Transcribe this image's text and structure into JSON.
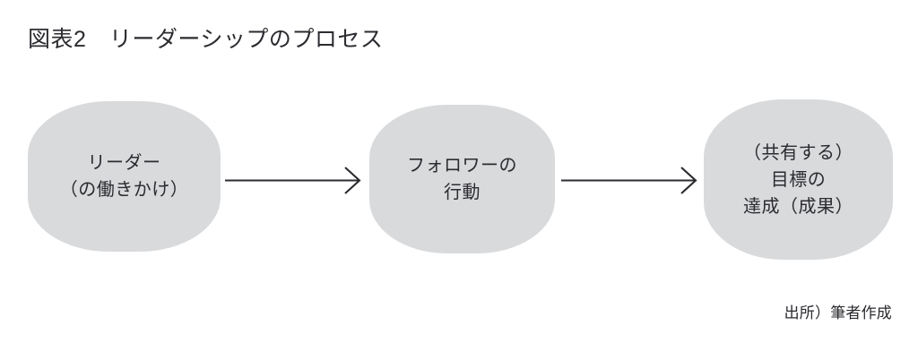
{
  "figure": {
    "title": "図表2　リーダーシップのプロセス",
    "source_note": "出所）筆者作成",
    "background_color": "#ffffff",
    "text_color": "#2b2b30",
    "node_fill_color": "#d9dadc",
    "arrow_color": "#2b2b30"
  },
  "diagram": {
    "type": "flow",
    "direction": "left-to-right",
    "nodes": [
      {
        "id": "leader",
        "shape": "rounded-blob",
        "lines": [
          "リーダー",
          "（の働きかけ）"
        ]
      },
      {
        "id": "follower",
        "shape": "rounded-blob",
        "lines": [
          "フォロワーの",
          "行動"
        ]
      },
      {
        "id": "goal",
        "shape": "rounded-blob",
        "lines": [
          "（共有する）",
          "目標の",
          "達成（成果）"
        ]
      }
    ],
    "connectors": [
      {
        "id": "arrow-1",
        "from": "leader",
        "to": "follower",
        "style": "open-arrow"
      },
      {
        "id": "arrow-2",
        "from": "follower",
        "to": "goal",
        "style": "open-arrow"
      }
    ]
  }
}
